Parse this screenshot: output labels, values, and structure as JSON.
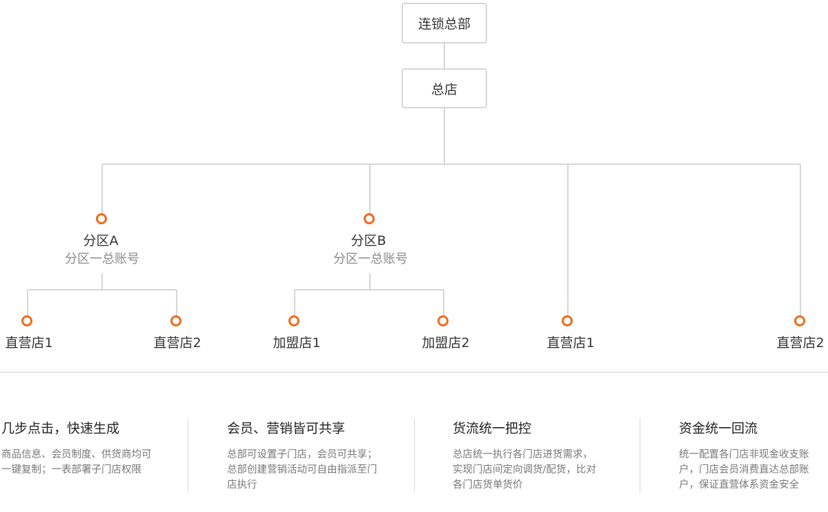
{
  "chart_data": {
    "type": "org-chart",
    "root": "连锁总部",
    "level1": "总店",
    "branches": [
      {
        "name": "分区A",
        "note": "分区一总账号",
        "children": [
          "直营店1",
          "直营店2"
        ]
      },
      {
        "name": "分区B",
        "note": "分区一总账号",
        "children": [
          "加盟店1",
          "加盟店2"
        ]
      },
      {
        "name": "直营店1"
      },
      {
        "name": "直营店2"
      }
    ]
  },
  "colors": {
    "accent": "#f06a1c",
    "line": "#d6d6d6"
  },
  "features": [
    {
      "title": "几步点击，快速生成",
      "desc": "商品信息、会员制度、供货商均可一键复制；一表部署子门店权限"
    },
    {
      "title": "会员、营销皆可共享",
      "desc": "总部可设置子门店，会员可共享；总部创建营销活动可自由指派至门店执行"
    },
    {
      "title": "货流统一把控",
      "desc": "总店统一执行各门店进货需求，实现门店间定向调货/配货，比对各门店货单货价"
    },
    {
      "title": "资金统一回流",
      "desc": "统一配置各门店非现金收支账户，门店会员消费直达总部账户，保证直营体系资金安全"
    }
  ]
}
